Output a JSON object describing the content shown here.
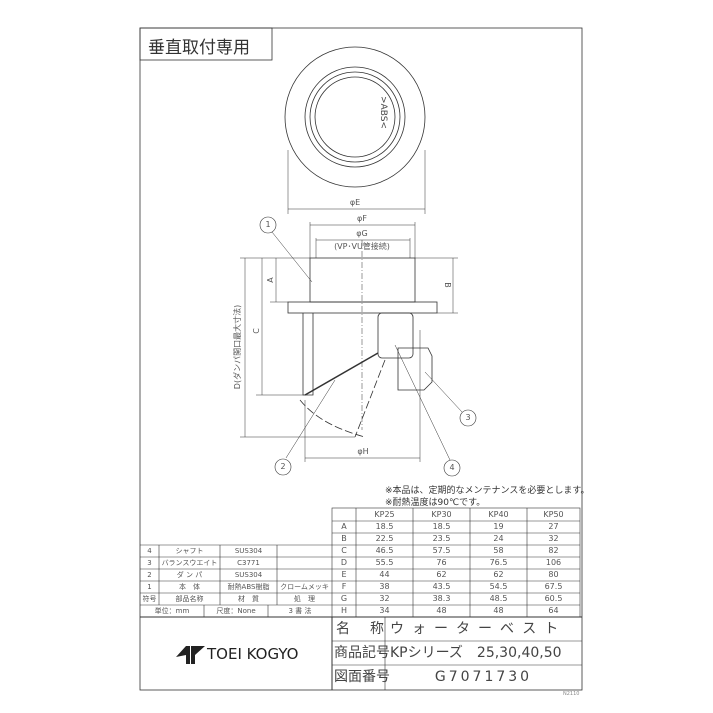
{
  "header": {
    "mounting": "垂直取付専用"
  },
  "drawing": {
    "top_view_label": ">ABS<",
    "dims": {
      "E": "φE",
      "F": "φF",
      "G": "φG",
      "G_note": "(VP･VU管接続)",
      "A": "A",
      "B": "B",
      "C": "C",
      "D": "D(ダンパ開口最大寸法)",
      "H": "φH"
    },
    "balloons": [
      "1",
      "2",
      "3",
      "4"
    ]
  },
  "notes": [
    "※本品は、定期的なメンテナンスを必要とします。",
    "※耐熱温度は90℃です。"
  ],
  "dimension_table": {
    "columns": [
      "",
      "KP25",
      "KP30",
      "KP40",
      "KP50"
    ],
    "rows": [
      [
        "A",
        "18.5",
        "18.5",
        "19",
        "27"
      ],
      [
        "B",
        "22.5",
        "23.5",
        "24",
        "32"
      ],
      [
        "C",
        "46.5",
        "57.5",
        "58",
        "82"
      ],
      [
        "D",
        "55.5",
        "76",
        "76.5",
        "106"
      ],
      [
        "E",
        "44",
        "62",
        "62",
        "80"
      ],
      [
        "F",
        "38",
        "43.5",
        "54.5",
        "67.5"
      ],
      [
        "G",
        "32",
        "38.3",
        "48.5",
        "60.5"
      ],
      [
        "H",
        "34",
        "48",
        "48",
        "64"
      ]
    ]
  },
  "parts_table": {
    "rows": [
      [
        "4",
        "シャフト",
        "SUS304",
        ""
      ],
      [
        "3",
        "バランスウエイト",
        "C3771",
        ""
      ],
      [
        "2",
        "ダ ン パ",
        "SUS304",
        ""
      ],
      [
        "1",
        "本　体",
        "耐熱ABS樹脂",
        "クロームメッキ"
      ]
    ],
    "header": [
      "符号",
      "部品名称",
      "材　質",
      "処　理"
    ],
    "unit": "単位：mm",
    "scale": "尺度：None",
    "projection": "3 書 法"
  },
  "title_block": {
    "logo": "TOEI KOGYO",
    "name_label": "名　称",
    "name_value": "ウォーターベスト",
    "code_label": "商品記号",
    "code_value": "KPシリーズ　25,30,40,50",
    "drawing_no_label": "図面番号",
    "drawing_no_value": "G7071730",
    "footer_code": "N2110"
  }
}
